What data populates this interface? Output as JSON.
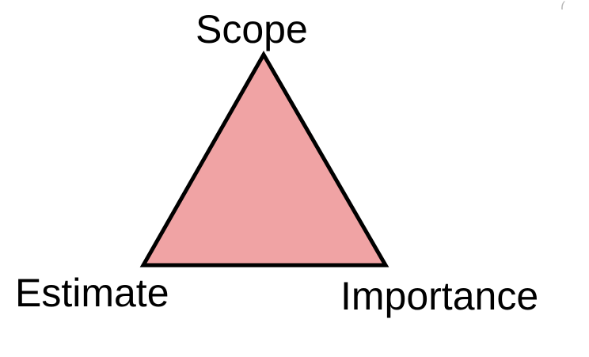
{
  "diagram": {
    "labels": {
      "top": "Scope",
      "left": "Estimate",
      "right": "Importance"
    },
    "corner_text": "(…",
    "triangle": {
      "fill": "#f0a3a4",
      "stroke": "#000000"
    }
  }
}
